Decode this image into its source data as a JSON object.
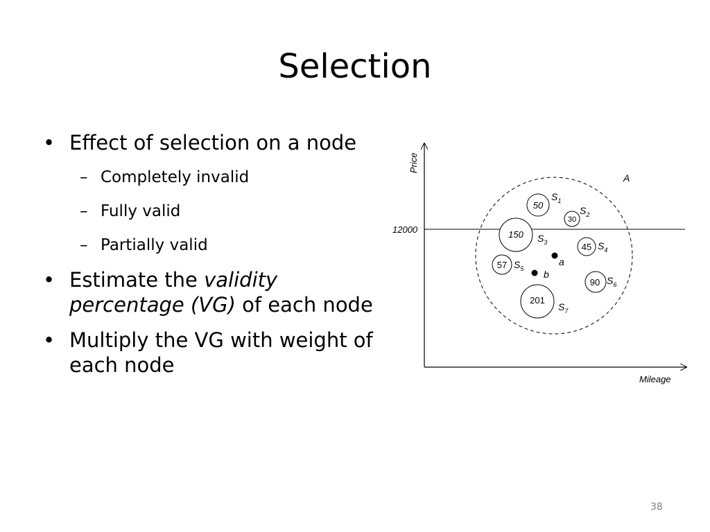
{
  "slide": {
    "title": "Selection",
    "page_number": "38",
    "bullets": {
      "b1": "Effect of selection on a node",
      "b1_sub": [
        "Completely invalid",
        "Fully valid",
        "Partially valid"
      ],
      "b2_pre": "Estimate the ",
      "b2_italic_1": "validity",
      "b2_italic_2": "percentage (VG)",
      "b2_post": " of each node",
      "b3_line1": "Multiply the VG with weight of",
      "b3_line2": "each node"
    }
  },
  "diagram": {
    "y_axis_label": "Price",
    "x_axis_label": "Mileage",
    "threshold_label": "12000",
    "region_label": "A",
    "nodes": [
      {
        "count": "50",
        "label": "S",
        "sub": "1"
      },
      {
        "count": "30",
        "label": "S",
        "sub": "2"
      },
      {
        "count": "150",
        "label": "S",
        "sub": "3"
      },
      {
        "count": "45",
        "label": "S",
        "sub": "4"
      },
      {
        "count": "57",
        "label": "S",
        "sub": "5"
      },
      {
        "count": "90",
        "label": "S",
        "sub": "6"
      },
      {
        "count": "201",
        "label": "S",
        "sub": "7"
      }
    ],
    "points": [
      {
        "label": "a"
      },
      {
        "label": "b"
      }
    ]
  }
}
